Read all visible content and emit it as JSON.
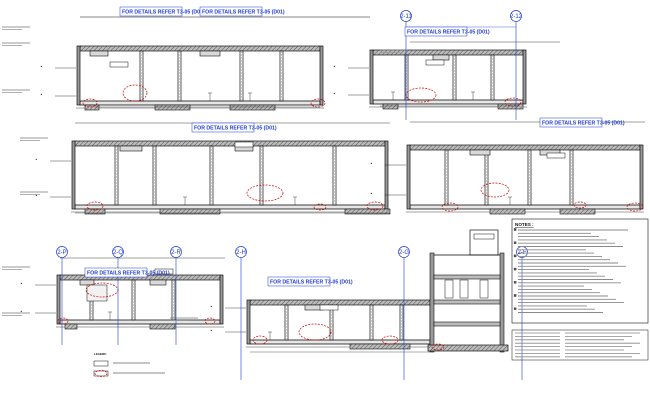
{
  "drawing": {
    "detail_refs": [
      "FOR DETAILS REFER T3-05 (D01)",
      "FOR DETAILS REFER T3-05 (D01)",
      "FOR DETAILS REFER T3-05 (D01)",
      "FOR DETAILS REFER T3-05 (D01)",
      "FOR DETAILS REFER T3-05 (D01)",
      "FOR DETAILS REFER T3-05 (D01)",
      "FOR DETAILS REFER T3-05 (D01)"
    ],
    "grid_bubbles": [
      "2-11",
      "2-12",
      "2-P",
      "2-Q",
      "2-R",
      "2-H",
      "2-G",
      "2-F"
    ],
    "notes_title": "NOTES :",
    "legend_title": "LEGEND :",
    "colors": {
      "line": "#111111",
      "grid": "#1f3bd6",
      "cloud": "#d10000",
      "hatch": "#3a3a3a",
      "fill_grey": "#bcbcbc"
    }
  }
}
